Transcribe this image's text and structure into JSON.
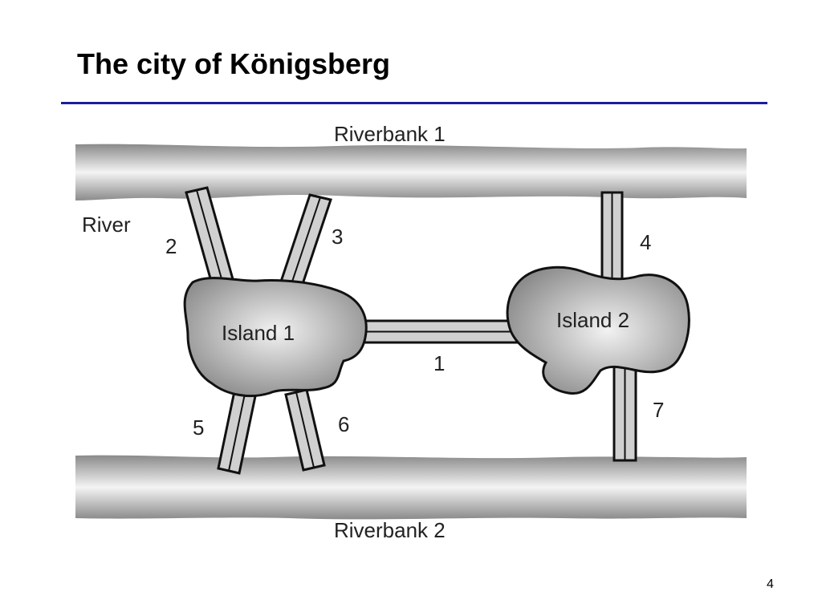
{
  "slide": {
    "title": "The city of Königsberg",
    "page_number": "4",
    "rule_color": "#1a1f9c"
  },
  "diagram": {
    "riverbank_top": "Riverbank 1",
    "riverbank_bottom": "Riverbank 2",
    "river": "River",
    "island_1": "Island 1",
    "island_2": "Island 2",
    "bridges": [
      "1",
      "2",
      "3",
      "4",
      "5",
      "6",
      "7"
    ],
    "colors": {
      "bank_dark": "#8a8a8a",
      "bank_light": "#f4f4f4",
      "island_light": "#f2f2f2",
      "island_dark": "#8c8c8c",
      "bridge_fill": "#d0d0d0",
      "outline": "#111111"
    }
  }
}
